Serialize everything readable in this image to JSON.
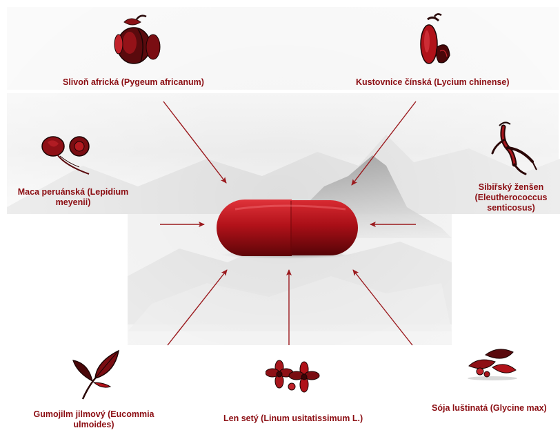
{
  "colors": {
    "accent": "#8b0d12",
    "arrow": "#9b1a1e",
    "capsule": "#b8141c"
  },
  "center": {
    "icon": "red-capsule-icon"
  },
  "ingredients": [
    {
      "label": "Slivoň africká (Pygeum africanum)",
      "icon": "plum-icon"
    },
    {
      "label": "Kustovnice čínská (Lycium chinense)",
      "icon": "goji-berry-icon"
    },
    {
      "label": "Maca peruánská (Lepidium meyenii)",
      "icon": "maca-root-icon"
    },
    {
      "label": "Sibiřský ženšen (Eleutherococcus senticosus)",
      "icon": "ginseng-root-icon"
    },
    {
      "label": "Gumojilm jilmový (Eucommia ulmoides)",
      "icon": "eucommia-leaf-icon"
    },
    {
      "label": "Len setý (Linum usitatissimum L.)",
      "icon": "flax-flower-icon"
    },
    {
      "label": "Sója luštinatá (Glycine max)",
      "icon": "soy-bean-icon"
    }
  ]
}
